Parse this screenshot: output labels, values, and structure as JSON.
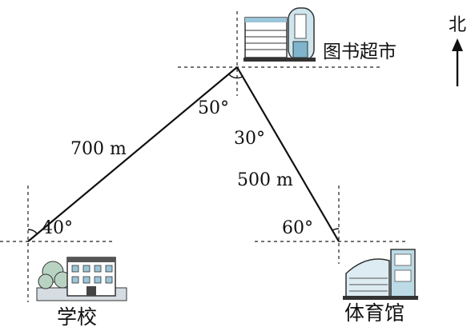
{
  "compass": {
    "label": "北"
  },
  "places": {
    "bookstore": {
      "label": "图书超市"
    },
    "school": {
      "label": "学校"
    },
    "gym": {
      "label": "体育馆"
    }
  },
  "distances": {
    "school_to_bookstore": "700 m",
    "bookstore_to_gym": "500 m"
  },
  "angles": {
    "at_school": "40°",
    "at_bookstore_left": "50°",
    "at_bookstore_right": "30°",
    "at_gym": "60°"
  }
}
